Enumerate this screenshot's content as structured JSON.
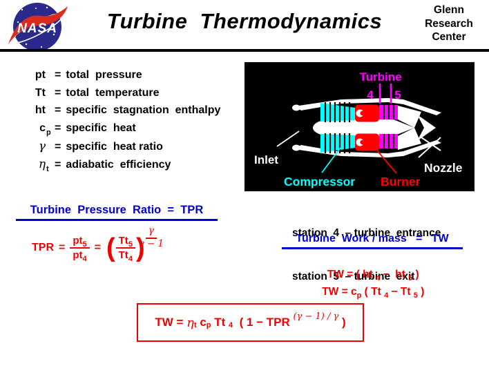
{
  "colors": {
    "accent_blue": "#0000cc",
    "formula_red": "#ee0000",
    "magenta": "#ff00ff",
    "cyan": "#00ffff",
    "diagram_bg": "#000000",
    "nasa_blue": "#2a2a8c",
    "nasa_red": "#d92b20"
  },
  "header": {
    "logo_text": "NASA",
    "title": "Turbine  Thermodynamics",
    "org": {
      "line1": "Glenn",
      "line2": "Research",
      "line3": "Center"
    }
  },
  "definitions": {
    "rows": [
      {
        "sym": "pt",
        "sub": "",
        "eq": "=",
        "def": "total  pressure"
      },
      {
        "sym": "Tt",
        "sub": "",
        "eq": "=",
        "def": "total  temperature"
      },
      {
        "sym": "ht",
        "sub": "",
        "eq": "=",
        "def": "specific  stagnation  enthalpy"
      },
      {
        "sym": "c",
        "sub": "p",
        "eq": "=",
        "def": "specific  heat"
      },
      {
        "sym": "γ",
        "sub": "",
        "eq": "=",
        "def": "specific  heat ratio"
      },
      {
        "sym": "η",
        "sub": "t",
        "eq": "=",
        "def": "adiabatic  efficiency"
      }
    ]
  },
  "diagram": {
    "turbine_label": "Turbine",
    "station4": "4",
    "station5": "5",
    "inlet_label": "Inlet",
    "compressor_label": "Compressor",
    "burner_label": "Burner",
    "nozzle_label": "Nozzle"
  },
  "stations": {
    "line1": "station  4  – turbine  entrance",
    "line2": "station  5  – turbine  exit"
  },
  "tpr": {
    "heading": "Turbine  Pressure  Ratio  =  TPR",
    "lhs": "TPR",
    "eq1": "=",
    "frac1": {
      "num": "pt",
      "num_sub": "5",
      "den": "pt",
      "den_sub": "4"
    },
    "eq2": "=",
    "paren_open": "(",
    "frac2": {
      "num": "Tt",
      "num_sub": "5",
      "den": "Tt",
      "den_sub": "4"
    },
    "paren_close": ")",
    "exponent": {
      "num": "γ",
      "den": "γ − 1"
    }
  },
  "tw": {
    "heading": "Turbine  Work / mass   =   TW",
    "line1": {
      "a": "TW = ( ht ",
      "sub1": "4",
      "b": " −  ht ",
      "sub2": "5",
      "c": " )"
    },
    "line2": {
      "a": "TW = c",
      "sub0": "p",
      "b": " ( Tt ",
      "sub1": "4",
      "c": " − Tt ",
      "sub2": "5",
      "d": " )"
    }
  },
  "boxed_formula": {
    "a": "TW = ",
    "eta": "η",
    "eta_sub": "t",
    "b": " c",
    "c_sub": "p",
    "c": " Tt ",
    "tt_sub": "4",
    "d": "  ( 1 − TPR ",
    "exp": "(γ − 1) / γ",
    "e": " )"
  }
}
